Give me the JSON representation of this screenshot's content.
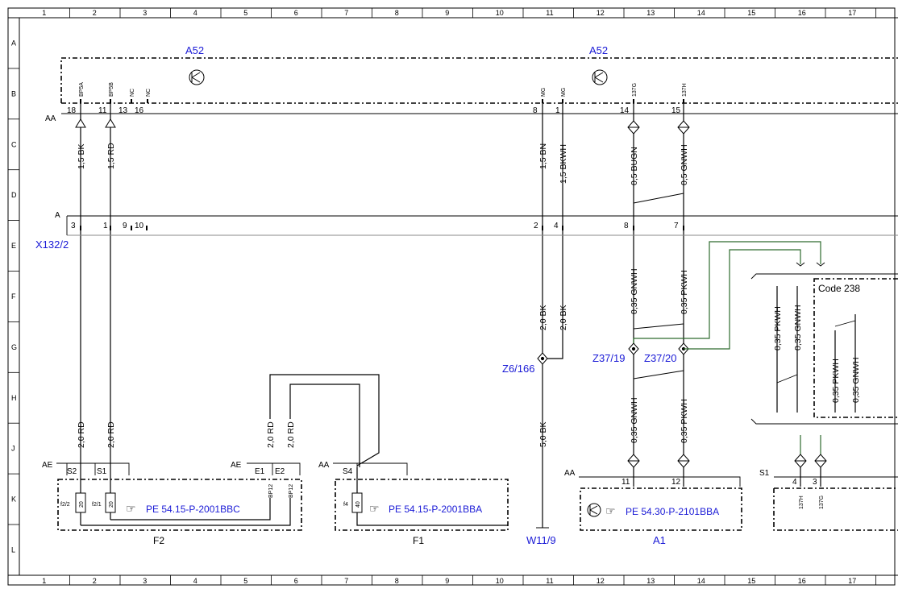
{
  "grid": {
    "columns": [
      "1",
      "2",
      "3",
      "4",
      "5",
      "6",
      "7",
      "8",
      "9",
      "10",
      "11",
      "12",
      "13",
      "14",
      "15",
      "16",
      "17"
    ],
    "rows": [
      "A",
      "B",
      "C",
      "D",
      "E",
      "F",
      "G",
      "H",
      "J",
      "K",
      "L"
    ]
  },
  "components": {
    "a52_left": "A52",
    "a52_right": "A52",
    "x132_2": "X132/2",
    "z6_166": "Z6/166",
    "z37_19": "Z37/19",
    "z37_20": "Z37/20",
    "w11_9": "W11/9",
    "f2": "F2",
    "f1": "F1",
    "a1": "A1",
    "code238": "Code 238",
    "s1_right": "S1"
  },
  "connectors": {
    "aa_top": "AA",
    "a_row": "A",
    "ae_left": "AE",
    "ae_right": "AE",
    "aa_f1": "AA",
    "aa_a1": "AA"
  },
  "references": {
    "ref_f2": "PE 54.15-P-2001BBC",
    "ref_f1": "PE 54.15-P-2001BBA",
    "ref_a1": "PE 54.30-P-2101BBA"
  },
  "pin_tags": {
    "bp5a": "BP5A",
    "bp5b": "BP5B",
    "nc1": "NC",
    "nc2": "NC",
    "mg1": "MG",
    "mg2": "MG",
    "t137g": "137G",
    "t137h": "137H",
    "bp12a": "BP12",
    "bp12b": "BP12",
    "s1_137h": "137H",
    "s1_137g": "137G"
  },
  "pins_aa": [
    "18",
    "11",
    "13",
    "16",
    "8",
    "1",
    "14",
    "15"
  ],
  "pins_a": [
    "3",
    "1",
    "9",
    "10",
    "2",
    "4",
    "8",
    "7"
  ],
  "wires": {
    "w1": "1,5 BK",
    "w2": "1,5 RD",
    "w3": "1,5 BN",
    "w4": "1,5 BKWH",
    "w5": "0,5 BUGN",
    "w6": "0,5 GNWH",
    "w7": "2,0 BK",
    "w8": "2,0 BK",
    "w9": "0,35 GNWH",
    "w10": "0,35 PKWH",
    "w11": "0,35 PKWH",
    "w12": "0,35 GNWH",
    "w13": "0,35 PKWH",
    "w14": "0,35 GNWH",
    "w15": "2,0 RD",
    "w16": "2,0 RD",
    "w17": "2,0 RD",
    "w18": "2,0 RD",
    "w19": "5,0 BK",
    "w20": "0,35 GNWH",
    "w21": "0,35 PKWH"
  },
  "fuse_parts": {
    "s2": "S2",
    "s1": "S1",
    "e1": "E1",
    "e2": "E2",
    "s4": "S4",
    "f2_2": "f2/2",
    "f2_1": "f2/1",
    "f4": "f4",
    "v20a": "20",
    "v20b": "20",
    "v40": "40",
    "pin11": "11",
    "pin12": "12",
    "pin4": "4",
    "pin3": "3"
  }
}
